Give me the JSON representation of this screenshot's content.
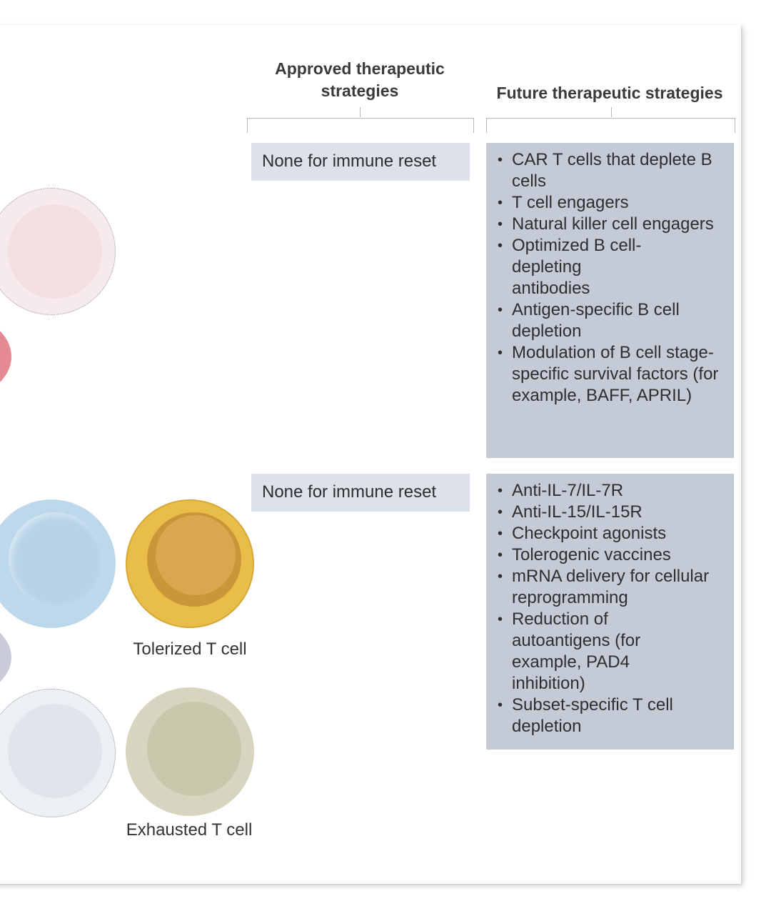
{
  "headers": {
    "approved": "Approved therapeutic strategies",
    "approved_line1": "Approved therapeutic",
    "approved_line2": "strategies",
    "future": "Future therapeutic strategies"
  },
  "rows": [
    {
      "approved": "None for immune reset",
      "future": [
        "CAR T cells that deplete B cells",
        "T cell engagers",
        "Natural killer cell engagers",
        "Optimized B cell-depleting antibodies",
        "Antigen-specific B cell depletion",
        "Modulation of B cell stage-specific survival factors (for example, BAFF, APRIL)"
      ]
    },
    {
      "approved": "None for immune reset",
      "future": [
        "Anti-IL-7/IL-7R",
        "Anti-IL-15/IL-15R",
        "Checkpoint agonists",
        "Tolerogenic vaccines",
        "mRNA delivery for cellular reprogramming",
        "Reduction of autoantigens (for example, PAD4 inhibition)",
        "Subset-specific T cell depletion"
      ]
    }
  ],
  "cells": {
    "tolerized_label": "Tolerized T cell",
    "exhausted_label": "Exhausted T cell"
  },
  "colors": {
    "approved_box": "#dde1ea",
    "future_box": "#c5cad7",
    "pink_cell": "#f3dfe2",
    "red_cell": "#e58a92",
    "blue_cell": "#bcd8ea",
    "gold_cell": "#e3b545",
    "grey_cell": "#e3e6ec",
    "olive_cell": "#cdcbb2"
  }
}
